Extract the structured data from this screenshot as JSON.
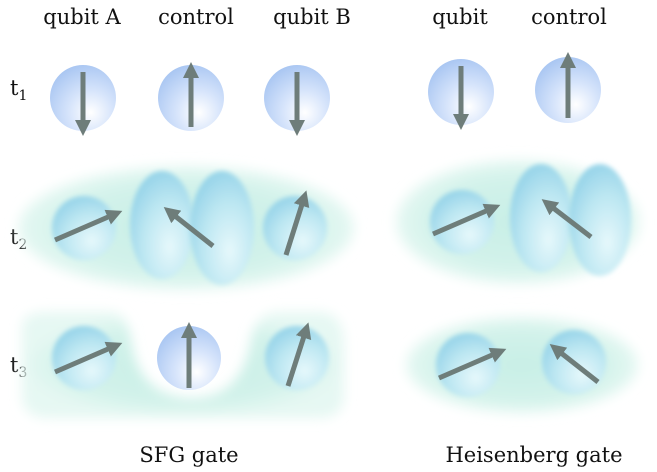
{
  "columns": {
    "sfg": [
      "qubit A",
      "control",
      "qubit B"
    ],
    "heisenberg": [
      "qubit",
      "control"
    ]
  },
  "rows": [
    {
      "base": "t",
      "sub": "1"
    },
    {
      "base": "t",
      "sub": "2"
    },
    {
      "base": "t",
      "sub": "3"
    }
  ],
  "captions": {
    "sfg": "SFG gate",
    "heisenberg": "Heisenberg gate"
  },
  "colors": {
    "qubit_sphere": "#a9c6f2",
    "entangled_sphere": "#9fd7ec",
    "entanglement_cloud": "#c8efe6",
    "arrow": "#6e7d7a"
  }
}
